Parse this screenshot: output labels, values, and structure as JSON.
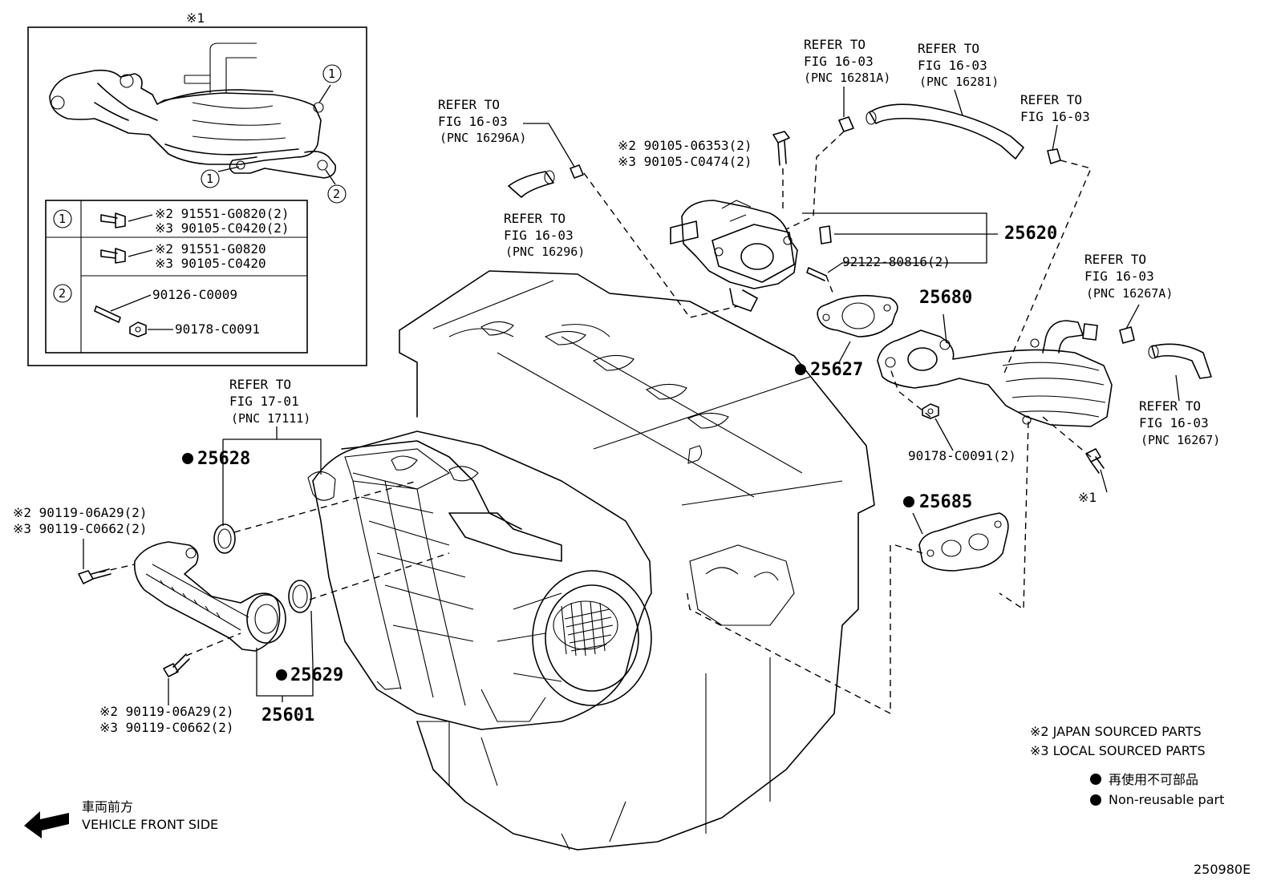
{
  "inset": {
    "marker": "※1",
    "callouts": [
      "1",
      "1",
      "2"
    ],
    "table": [
      {
        "num": "1",
        "lines": [
          "※2 91551-G0820(2)",
          "※3 90105-C0420(2)"
        ]
      },
      {
        "num": "2",
        "lines": [
          "※2 91551-G0820",
          "※3 90105-C0420"
        ],
        "extra": [
          "90126-C0009",
          "90178-C0091"
        ]
      }
    ]
  },
  "refs": {
    "r16296a": [
      "REFER TO",
      "FIG 16-03",
      "(PNC 16296A)"
    ],
    "r16296": [
      "REFER TO",
      "FIG 16-03",
      "(PNC 16296)"
    ],
    "r16281a": [
      "REFER TO",
      "FIG 16-03",
      "(PNC 16281A)"
    ],
    "r16281": [
      "REFER TO",
      "FIG 16-03",
      "(PNC 16281)"
    ],
    "r1603": [
      "REFER TO",
      "FIG 16-03"
    ],
    "r16267a": [
      "REFER TO",
      "FIG 16-03",
      "(PNC 16267A)"
    ],
    "r16267": [
      "REFER TO",
      "FIG 16-03",
      "(PNC 16267)"
    ],
    "r17111": [
      "REFER TO",
      "FIG 17-01",
      "(PNC 17111)"
    ]
  },
  "parts": {
    "p25620": "25620",
    "p25680": "25680",
    "p25627": "25627",
    "p25628": "25628",
    "p25629": "25629",
    "p25601": "25601",
    "p25685": "25685",
    "bolt_top": [
      "※2 90105-06353(2)",
      "※3 90105-C0474(2)"
    ],
    "stud": "92122-80816(2)",
    "nut": "90178-C0091(2)",
    "bolt_left_a": [
      "※2 90119-06A29(2)",
      "※3 90119-C0662(2)"
    ],
    "bolt_left_b": [
      "※2 90119-06A29(2)",
      "※3 90119-C0662(2)"
    ],
    "marker_1": "※1"
  },
  "legend": {
    "japan": "※2 JAPAN SOURCED PARTS",
    "local": "※3 LOCAL SOURCED PARTS",
    "nonreuse_jp": "再使用不可部品",
    "nonreuse_en": "Non-reusable part"
  },
  "front": {
    "jp": "車両前方",
    "en": "VEHICLE FRONT SIDE"
  },
  "figure_id": "250980E"
}
